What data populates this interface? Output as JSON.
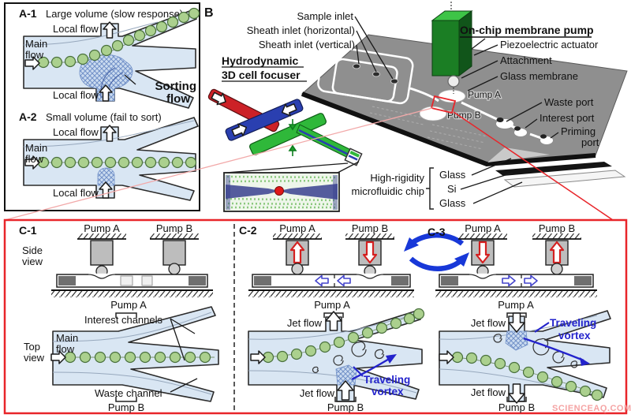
{
  "colors": {
    "zoom_red": "#e8252a",
    "vortex_blue": "#2323cc",
    "swap_blue": "#1838d8",
    "cell_green": "#abd08e",
    "channel_blue": "#d9e6f3",
    "actuator_green": "#2fb83a",
    "chip_gray": "#8f8f8f",
    "sheath_blue": "#2a3fb0",
    "sample_red": "#cc2127"
  },
  "panel_a": {
    "a1": {
      "id": "A-1",
      "title": "Large volume (slow response)",
      "local_flow_top": "Local flow",
      "main_word": "Main",
      "flow_word": "flow",
      "sorting_word": "Sorting",
      "sorting_flow_word": "flow",
      "local_flow_bottom": "Local flow"
    },
    "a2": {
      "id": "A-2",
      "title": "Small volume (fail to sort)",
      "local_flow_top": "Local flow",
      "main_word": "Main",
      "flow_word": "flow",
      "local_flow_bottom": "Local flow"
    }
  },
  "panel_b": {
    "id": "B",
    "sample_inlet": "Sample inlet",
    "sheath_horizontal": "Sheath inlet (horizontal)",
    "sheath_vertical": "Sheath inlet (vertical)",
    "focuser_title_1": "Hydrodynamic",
    "focuser_title_2": "3D cell focuser",
    "pump_title": "On-chip membrane pump",
    "piezoelectric": "Piezoelectric actuator",
    "attachment": "Attachment",
    "glass_membrane": "Glass membrane",
    "pump_a": "Pump A",
    "pump_b": "Pump B",
    "waste_port": "Waste port",
    "interest_port": "Interest port",
    "priming_1": "Priming",
    "priming_2": "port",
    "chip_label_1": "High-rigidity",
    "chip_label_2": "microfluidic chip",
    "layer_top": "Glass",
    "layer_mid": "Si",
    "layer_bottom": "Glass"
  },
  "panel_c": {
    "c1": {
      "id": "C-1",
      "side_1": "Side",
      "side_2": "view",
      "top_1": "Top",
      "top_2": "view",
      "pump_a": "Pump A",
      "pump_b": "Pump B",
      "pump_a_mid": "Pump A",
      "pump_b_bottom": "Pump B",
      "interest_channels": "Interest channels",
      "main_word": "Main",
      "flow_word": "flow",
      "waste_channel": "Waste channel"
    },
    "c2": {
      "id": "C-2",
      "pump_a": "Pump A",
      "pump_b": "Pump B",
      "pump_a_mid": "Pump A",
      "pump_b_bottom": "Pump B",
      "jet_flow_top": "Jet flow",
      "jet_flow_bottom": "Jet flow",
      "traveling": "Traveling",
      "vortex": "vortex"
    },
    "c3": {
      "id": "C-3",
      "pump_a": "Pump A",
      "pump_b": "Pump B",
      "pump_a_mid": "Pump A",
      "pump_b_bottom": "Pump B",
      "jet_flow_top": "Jet flow",
      "jet_flow_bottom": "Jet flow",
      "traveling": "Traveling",
      "vortex": "vortex"
    }
  },
  "watermark": "SCIENCEAQ.COM"
}
